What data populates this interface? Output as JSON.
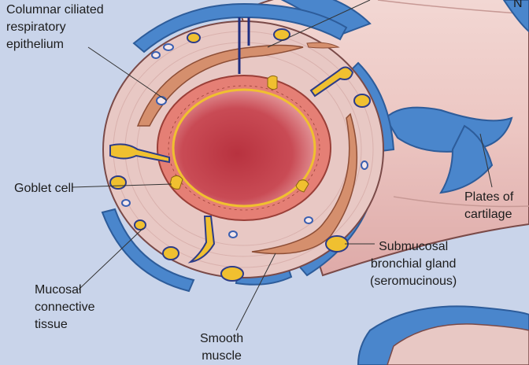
{
  "labels": {
    "epithelium": [
      "Columnar ciliated",
      "respiratory",
      "epithelium"
    ],
    "goblet": [
      "Goblet cell"
    ],
    "mucosal": [
      "Mucosal",
      "connective",
      "tissue"
    ],
    "muscle": [
      "Smooth",
      "muscle"
    ],
    "gland": [
      "Submucosal",
      "bronchial gland",
      "(seromucinous)"
    ],
    "cartilage": [
      "Plates of",
      "cartilage"
    ],
    "clipped": [
      "N"
    ]
  },
  "colors": {
    "background": "#c9d4ea",
    "cartilage": "#4a86cc",
    "wall": "#e8c8c4",
    "epithelium": "#e57f75",
    "lumen": "#c8404c",
    "muscle": "#d58f6d",
    "gland": "#f0c030"
  }
}
